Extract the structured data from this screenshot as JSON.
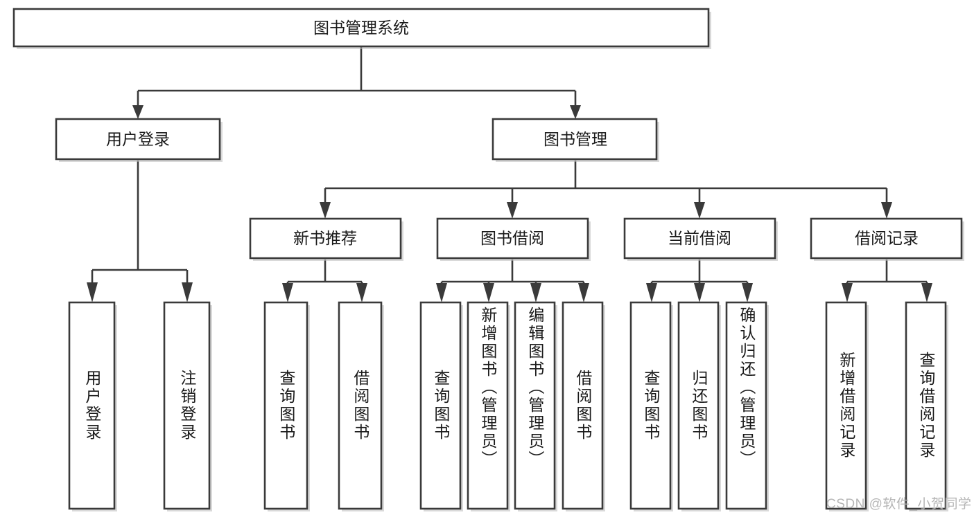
{
  "diagram": {
    "type": "tree-hierarchy",
    "title": "图书管理系统",
    "orientation": "top-down",
    "root": {
      "id": "root",
      "label": "图书管理系统"
    },
    "level2": [
      {
        "id": "user-login",
        "label": "用户登录"
      },
      {
        "id": "book-management",
        "label": "图书管理"
      }
    ],
    "level3": [
      {
        "id": "new-book-recommend",
        "label": "新书推荐",
        "parent": "book-management"
      },
      {
        "id": "book-borrow",
        "label": "图书借阅",
        "parent": "book-management"
      },
      {
        "id": "current-borrow",
        "label": "当前借阅",
        "parent": "book-management"
      },
      {
        "id": "borrow-record",
        "label": "借阅记录",
        "parent": "book-management"
      }
    ],
    "leaves": {
      "user-login": [
        {
          "id": "leaf-user-login",
          "label": "用户登录"
        },
        {
          "id": "leaf-logout",
          "label": "注销登录"
        }
      ],
      "new-book-recommend": [
        {
          "id": "leaf-query-book-1",
          "label": "查询图书"
        },
        {
          "id": "leaf-borrow-book-1",
          "label": "借阅图书"
        }
      ],
      "book-borrow": [
        {
          "id": "leaf-query-book-2",
          "label": "查询图书"
        },
        {
          "id": "leaf-add-book",
          "label": "新增图书（管理员）"
        },
        {
          "id": "leaf-edit-book",
          "label": "编辑图书（管理员）"
        },
        {
          "id": "leaf-borrow-book-2",
          "label": "借阅图书"
        }
      ],
      "current-borrow": [
        {
          "id": "leaf-query-book-3",
          "label": "查询图书"
        },
        {
          "id": "leaf-return-book",
          "label": "归还图书"
        },
        {
          "id": "leaf-confirm-return",
          "label": "确认归还（管理员）"
        }
      ],
      "borrow-record": [
        {
          "id": "leaf-add-record",
          "label": "新增借阅记录"
        },
        {
          "id": "leaf-query-record",
          "label": "查询借阅记录"
        }
      ]
    },
    "colors": {
      "box_stroke": "#3a3a3a",
      "box_fill": "#ffffff",
      "text": "#1a1a1a",
      "background": "#ffffff",
      "watermark": "#b5b5b5"
    }
  },
  "watermark": {
    "text": "CSDN @软件_小贺同学"
  }
}
